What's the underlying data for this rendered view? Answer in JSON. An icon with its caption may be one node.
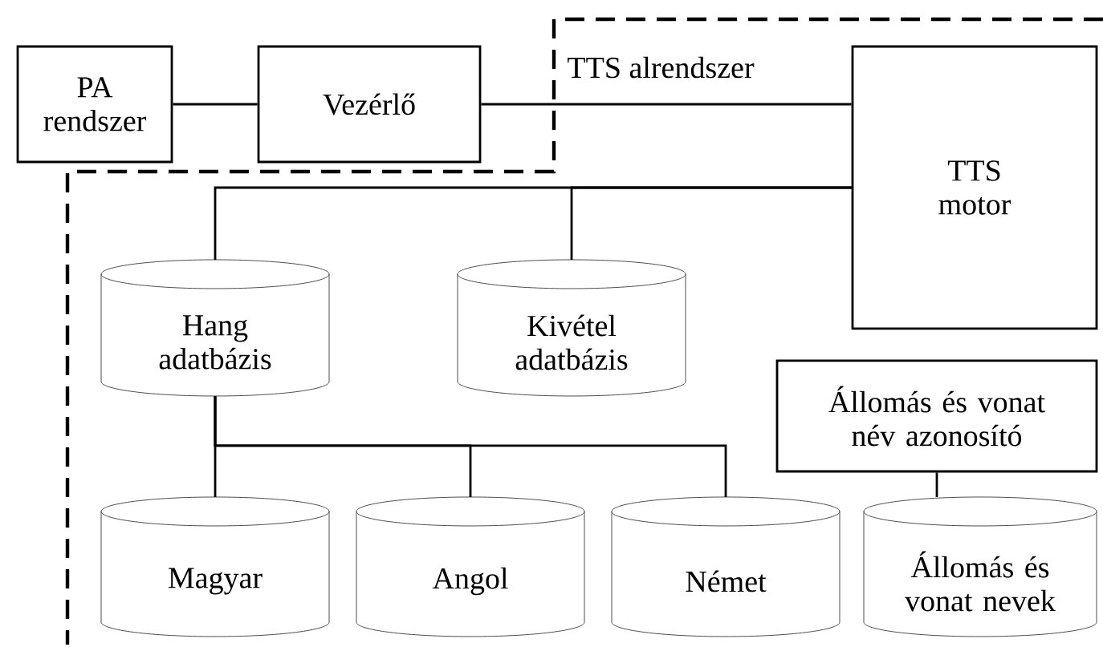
{
  "diagram": {
    "nodes": [
      {
        "text": [
          "PA rendszer"
        ]
      },
      {
        "text": [
          "Vezérlő"
        ]
      },
      {
        "text": [
          "TTS motor"
        ]
      },
      {
        "text": [
          "Hang adatbázis"
        ]
      },
      {
        "text": [
          "Kivétel adatbázis"
        ]
      },
      {
        "text": [
          "Állomás és vonat név azonosító"
        ]
      },
      {
        "text": [
          "Magyar"
        ]
      },
      {
        "text": [
          "Angol"
        ]
      },
      {
        "text": [
          "Német"
        ]
      },
      {
        "text": [
          "Állomás és vonat nevek"
        ]
      }
    ],
    "edges": [
      {
        "from": 0,
        "to": 1,
        "arrow": "none"
      },
      {
        "from": 1,
        "to": 2,
        "arrow": "none"
      },
      {
        "from": 2,
        "to": 3,
        "arrow": "none"
      },
      {
        "from": 2,
        "to": 4,
        "arrow": "none"
      },
      {
        "from": 3,
        "to": 6,
        "arrow": "none"
      },
      {
        "from": 3,
        "to": 7,
        "arrow": "none"
      },
      {
        "from": 3,
        "to": 8,
        "arrow": "none"
      },
      {
        "from": 5,
        "to": 9,
        "arrow": "none"
      }
    ],
    "labels": [
      "TTS alrendszer"
    ]
  }
}
